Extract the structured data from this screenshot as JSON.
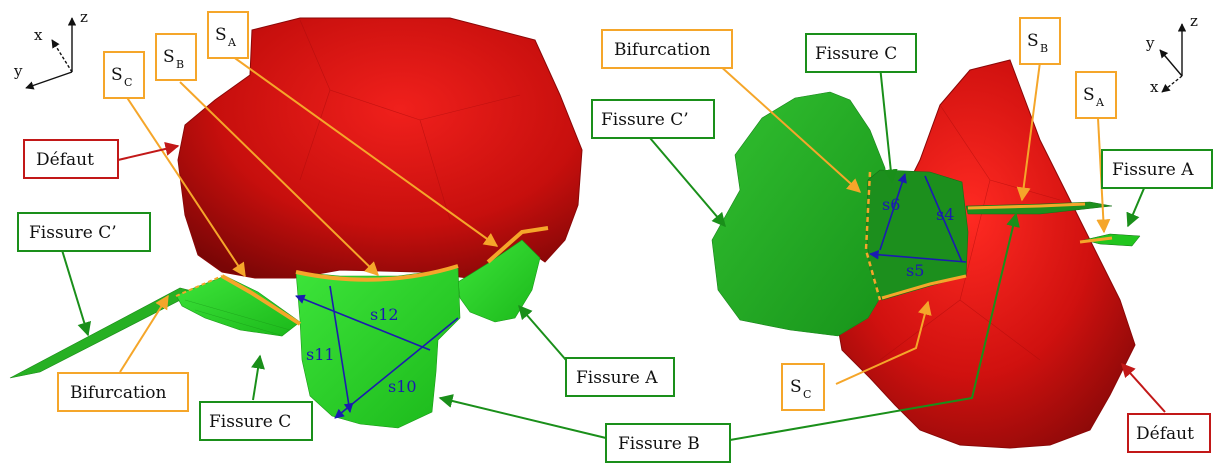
{
  "figure": {
    "labels": {
      "defaut": "Défaut",
      "fissure_a": "Fissure A",
      "fissure_b": "Fissure B",
      "fissure_c": "Fissure C",
      "fissure_cp": "Fissure C’",
      "bifurcation": "Bifurcation",
      "s_main": "S",
      "sub_a": "A",
      "sub_b": "B",
      "sub_c": "C"
    },
    "segments_left": [
      "s10",
      "s11",
      "s12"
    ],
    "segments_right": [
      "s4",
      "s5",
      "s6"
    ],
    "axes_left": {
      "x": "x",
      "y": "y",
      "z": "z"
    },
    "axes_right": {
      "x": "x",
      "y": "y",
      "z": "z"
    },
    "colors": {
      "defect": "#d0100f",
      "crack": "#22c51e",
      "front": "#f5a62a",
      "segment": "#1b1bb0",
      "box_green": "#1a8f1a",
      "box_red": "#c21818"
    }
  }
}
